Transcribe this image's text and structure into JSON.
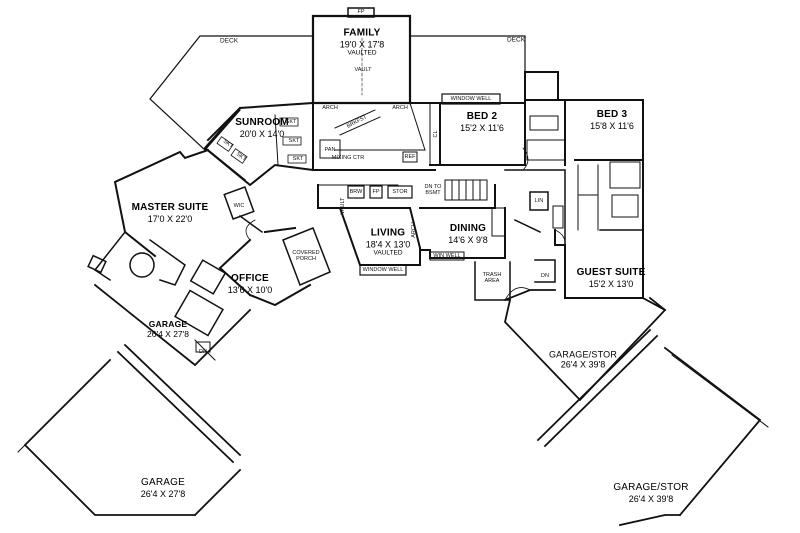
{
  "rooms": {
    "family": {
      "name": "FAMILY",
      "dims": "19'0 X 17'8",
      "note": "VAULTED"
    },
    "sunroom": {
      "name": "SUNROOM",
      "dims": "20'0 X 14'0"
    },
    "bed2": {
      "name": "BED 2",
      "dims": "15'2 X 11'6"
    },
    "bed3": {
      "name": "BED 3",
      "dims": "15'8 X 11'6"
    },
    "master": {
      "name": "MASTER SUITE",
      "dims": "17'0 X 22'0"
    },
    "living": {
      "name": "LIVING",
      "dims": "18'4 X 13'0",
      "note": "VAULTED"
    },
    "dining": {
      "name": "DINING",
      "dims": "14'6 X 9'8"
    },
    "office": {
      "name": "OFFICE",
      "dims": "13'6 X 10'0"
    },
    "guest": {
      "name": "GUEST SUITE",
      "dims": "15'2 X 13'0"
    },
    "garage_small": {
      "name": "GARAGE",
      "dims": "26'4 X 27'8"
    },
    "garage_large": {
      "name": "GARAGE",
      "dims": "26'4 X 27'8"
    },
    "garagestor_small": {
      "name": "GARAGE/STOR",
      "dims": "26'4 X 39'8"
    },
    "garagestor_large": {
      "name": "GARAGE/STOR",
      "dims": "26'4 X 39'8"
    }
  },
  "labels": {
    "deck_left": "DECK",
    "deck_right": "DECK",
    "fp_top": "FP",
    "vault": "VAULT",
    "window_well_top": "WINDOW WELL",
    "window_well_bottom": "WINDOW WELL",
    "win_well": "WIN WELL",
    "arch_1": "ARCH",
    "arch_2": "ARCH",
    "brkfst": "BRKFST",
    "pan": "PAN",
    "mixing_ctr": "MIXING CTR",
    "ref": "REF",
    "brw": "BRW",
    "fp_living": "FP",
    "stor": "STOR",
    "dn_to_bsmt": "DN TO BSMT",
    "covered_porch": "COVERED PORCH",
    "trash_area": "TRASH AREA",
    "dn_1": "DN",
    "dn_2": "DN",
    "lin": "LIN",
    "skt_1": "SKT",
    "skt_2": "SKT",
    "skt_3": "SKT",
    "skt_4": "SKT",
    "skt_5": "SKT",
    "cl": "CL",
    "wic": "WIC",
    "arch_living": "ARCH",
    "vault_living": "VAULT"
  }
}
